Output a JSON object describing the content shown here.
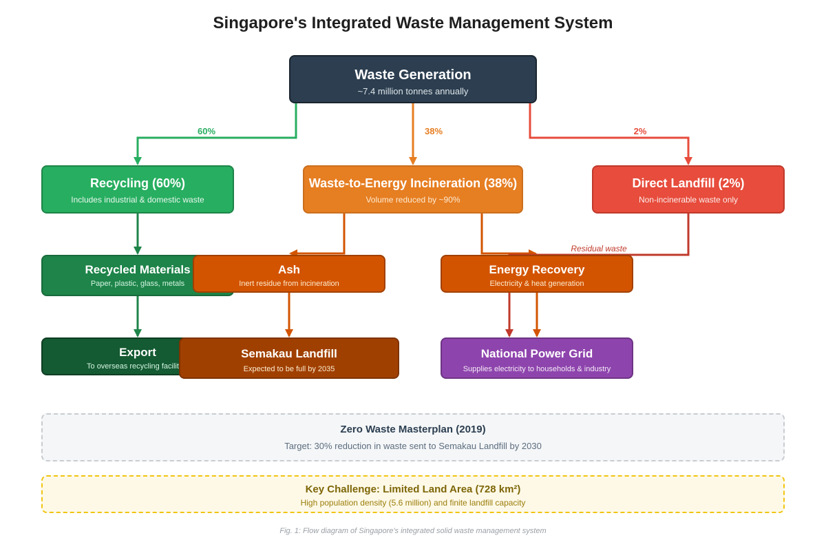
{
  "title": "Singapore's Integrated Waste Management System",
  "nodes": {
    "waste_generation": {
      "title": "Waste Generation",
      "subtitle": "~7.4 million tonnes annually"
    },
    "recycling": {
      "title": "Recycling (60%)",
      "subtitle": "Includes industrial & domestic waste"
    },
    "incineration": {
      "title": "Waste-to-Energy Incineration (38%)",
      "subtitle": "Volume reduced by ~90%"
    },
    "direct_landfill": {
      "title": "Direct Landfill (2%)",
      "subtitle": "Non-incinerable waste only"
    },
    "recycled_materials": {
      "title": "Recycled Materials",
      "subtitle": "Paper, plastic, glass, metals"
    },
    "ash": {
      "title": "Ash",
      "subtitle": "Inert residue from incineration"
    },
    "energy_recovery": {
      "title": "Energy Recovery",
      "subtitle": "Electricity & heat generation"
    },
    "export": {
      "title": "Export",
      "subtitle": "To overseas recycling facilities"
    },
    "semakau_landfill": {
      "title": "Semakau Landfill",
      "subtitle": "Expected to be full by 2035"
    },
    "power_grid": {
      "title": "National Power Grid",
      "subtitle": "Supplies electricity to households & industry"
    }
  },
  "edge_labels": {
    "to_recycling": "60%",
    "to_incineration": "38%",
    "to_landfill": "2%",
    "residual": "Residual waste"
  },
  "masterplan": {
    "title": "Zero Waste Masterplan (2019)",
    "text": "Target: 30% reduction in waste sent to Semakau Landfill by 2030"
  },
  "challenge": {
    "title": "Key Challenge: Limited Land Area (728 km²)",
    "text": "High population density (5.6 million) and finite landfill capacity"
  },
  "caption": "Fig. 1: Flow diagram of Singapore's integrated solid waste management system",
  "colors": {
    "generation": "#2c3e50",
    "recycling": "#27ae60",
    "recycling_dark": "#1e8449",
    "export": "#145a32",
    "incineration": "#e67e22",
    "ash_energy": "#d35400",
    "semakau": "#a04000",
    "landfill": "#e74c3c",
    "residual_line": "#c0392b",
    "grid": "#8e44ad",
    "masterplan_bg": "#f4f6f8",
    "challenge_bg": "#fef9e7"
  }
}
